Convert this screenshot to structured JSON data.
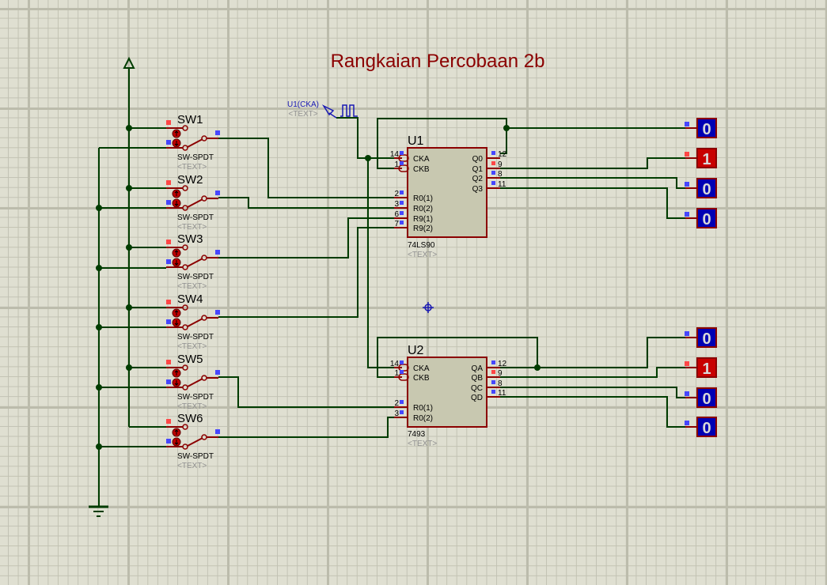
{
  "title": "Rangkaian Percobaan 2b",
  "clock": {
    "label": "U1(CKA)",
    "text": "<TEXT>"
  },
  "switches": [
    {
      "ref": "SW1",
      "type": "SW-SPDT",
      "text": "<TEXT>"
    },
    {
      "ref": "SW2",
      "type": "SW-SPDT",
      "text": "<TEXT>"
    },
    {
      "ref": "SW3",
      "type": "SW-SPDT",
      "text": "<TEXT>"
    },
    {
      "ref": "SW4",
      "type": "SW-SPDT",
      "text": "<TEXT>"
    },
    {
      "ref": "SW5",
      "type": "SW-SPDT",
      "text": "<TEXT>"
    },
    {
      "ref": "SW6",
      "type": "SW-SPDT",
      "text": "<TEXT>"
    }
  ],
  "u1": {
    "ref": "U1",
    "part": "74LS90",
    "text": "<TEXT>",
    "left_pins": [
      {
        "num": "14",
        "name": "CKA"
      },
      {
        "num": "1",
        "name": "CKB"
      },
      {
        "num": "2",
        "name": "R0(1)"
      },
      {
        "num": "3",
        "name": "R0(2)"
      },
      {
        "num": "6",
        "name": "R9(1)"
      },
      {
        "num": "7",
        "name": "R9(2)"
      }
    ],
    "right_pins": [
      {
        "num": "12",
        "name": "Q0",
        "state": "low"
      },
      {
        "num": "9",
        "name": "Q1",
        "state": "high"
      },
      {
        "num": "8",
        "name": "Q2",
        "state": "low"
      },
      {
        "num": "11",
        "name": "Q3",
        "state": "low"
      }
    ]
  },
  "u2": {
    "ref": "U2",
    "part": "7493",
    "text": "<TEXT>",
    "left_pins": [
      {
        "num": "14",
        "name": "CKA"
      },
      {
        "num": "1",
        "name": "CKB"
      },
      {
        "num": "2",
        "name": "R0(1)"
      },
      {
        "num": "3",
        "name": "R0(2)"
      }
    ],
    "right_pins": [
      {
        "num": "12",
        "name": "QA",
        "state": "low"
      },
      {
        "num": "9",
        "name": "QB",
        "state": "high"
      },
      {
        "num": "8",
        "name": "QC",
        "state": "low"
      },
      {
        "num": "11",
        "name": "QD",
        "state": "low"
      }
    ]
  },
  "probes_u1": [
    "0",
    "1",
    "0",
    "0"
  ],
  "probes_u2": [
    "0",
    "1",
    "0",
    "0"
  ],
  "colors": {
    "wire": "#003c00",
    "pin": "#8b0000",
    "title": "#8b0000",
    "probe_low": "#0000b4",
    "probe_high": "#c80000",
    "state_low": "#4646ff",
    "state_high": "#ff4646",
    "label_blue": "#1a1ab4"
  }
}
